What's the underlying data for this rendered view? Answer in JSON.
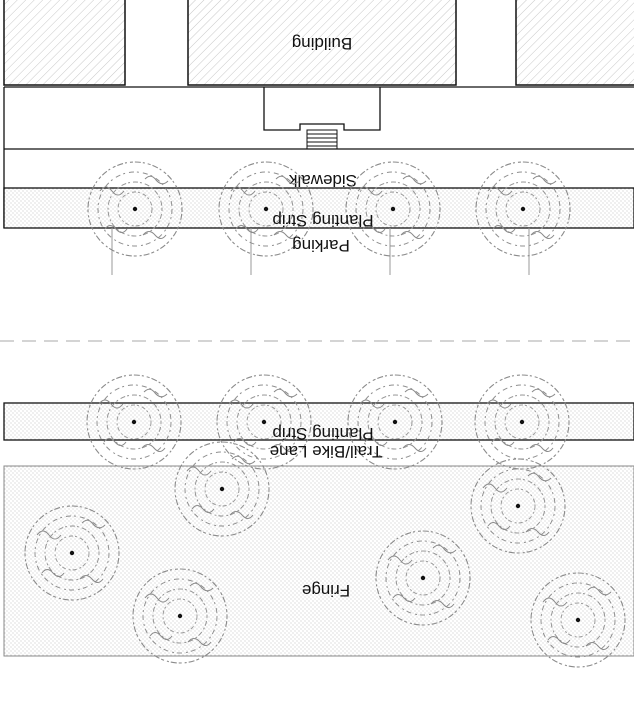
{
  "labels": {
    "building": "Building",
    "sidewalk": "Sidewalk",
    "planting_strip_top": "Planting Strip",
    "parking": "Parking",
    "planting_strip_bottom": "Planting Strip",
    "trail_bike_lane": "Trail/Bike Lane",
    "fringe": "Fringe"
  },
  "orientation": "rotated 180 degrees",
  "colors": {
    "line": "#111111",
    "hatch": "#c8c8c8",
    "stipple": "#b4b4b4",
    "tree": "#777777",
    "divider": "#bbbbbb"
  },
  "icons": {
    "tree": "tree-canopy-icon"
  }
}
